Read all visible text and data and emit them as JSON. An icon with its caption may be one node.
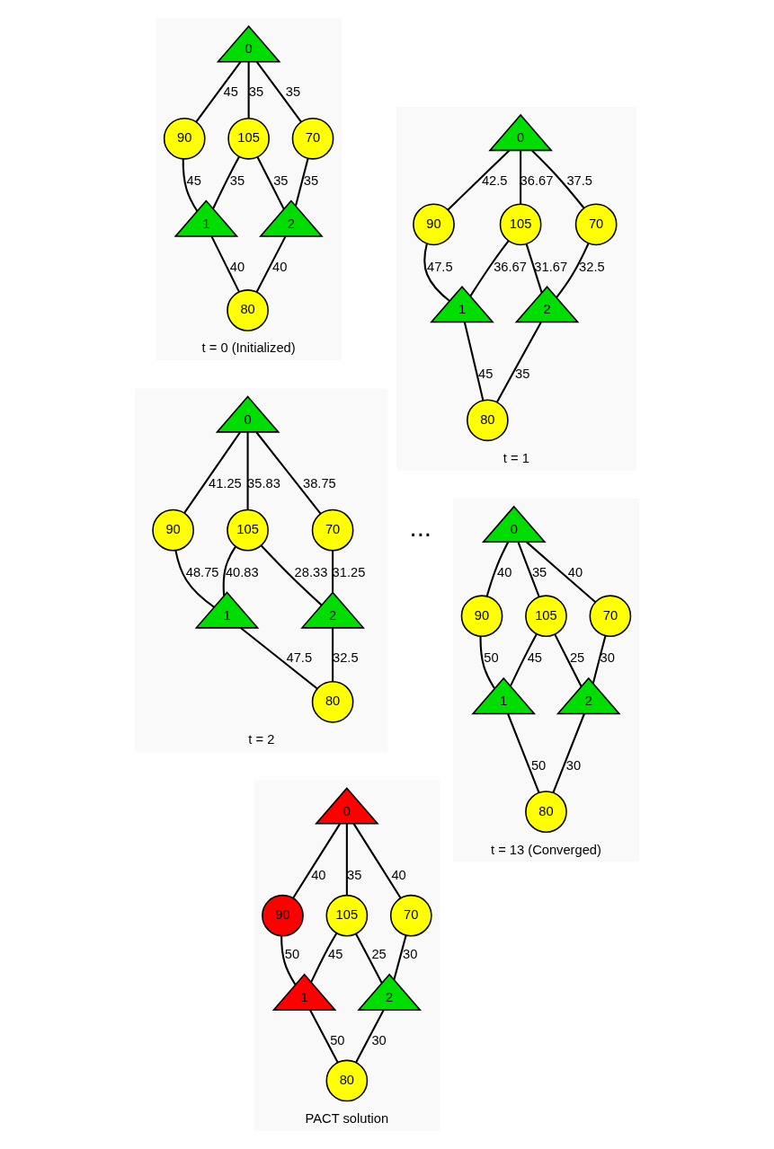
{
  "diagram": {
    "nodes": [
      {
        "text": [
          "t = 0 (Initialized)"
        ]
      },
      {
        "text": [
          "0"
        ],
        "in": 0
      },
      {
        "text": [
          "90"
        ],
        "in": 0
      },
      {
        "text": [
          "70"
        ],
        "in": 0
      },
      {
        "text": [
          "105"
        ],
        "in": 0
      },
      {
        "text": [
          "1"
        ],
        "in": 0
      },
      {
        "text": [
          "2"
        ],
        "in": 0
      },
      {
        "text": [
          "80"
        ],
        "in": 0
      },
      {
        "text": [
          "t = 1"
        ]
      },
      {
        "text": [
          "0"
        ],
        "in": 8
      },
      {
        "text": [
          "90"
        ],
        "in": 8
      },
      {
        "text": [
          "70"
        ],
        "in": 8
      },
      {
        "text": [
          "105"
        ],
        "in": 8
      },
      {
        "text": [
          "1"
        ],
        "in": 8
      },
      {
        "text": [
          "2"
        ],
        "in": 8
      },
      {
        "text": [
          "80"
        ],
        "in": 8
      },
      {
        "text": [
          "t = 2"
        ]
      },
      {
        "text": [
          "0"
        ],
        "in": 16
      },
      {
        "text": [
          "90"
        ],
        "in": 16
      },
      {
        "text": [
          "70"
        ],
        "in": 16
      },
      {
        "text": [
          "105"
        ],
        "in": 16
      },
      {
        "text": [
          "1"
        ],
        "in": 16
      },
      {
        "text": [
          "2"
        ],
        "in": 16
      },
      {
        "text": [
          "80"
        ],
        "in": 16
      },
      {
        "text": [
          "t = 13 (Converged)"
        ]
      },
      {
        "text": [
          "0"
        ],
        "in": 24
      },
      {
        "text": [
          "90"
        ],
        "in": 24
      },
      {
        "text": [
          "70"
        ],
        "in": 24
      },
      {
        "text": [
          "105"
        ],
        "in": 24
      },
      {
        "text": [
          "1"
        ],
        "in": 24
      },
      {
        "text": [
          "2"
        ],
        "in": 24
      },
      {
        "text": [
          "80"
        ],
        "in": 24
      },
      {
        "text": [
          "PACT solution"
        ]
      },
      {
        "text": [
          "0"
        ],
        "in": 32
      },
      {
        "text": [
          "90"
        ],
        "in": 32
      },
      {
        "text": [
          "70"
        ],
        "in": 32
      },
      {
        "text": [
          "105"
        ],
        "in": 32
      },
      {
        "text": [
          "1"
        ],
        "in": 32
      },
      {
        "text": [
          "2"
        ],
        "in": 32
      },
      {
        "text": [
          "80"
        ],
        "in": 32
      }
    ],
    "edges": [
      {
        "from": 1,
        "to": 2,
        "arrow": "none",
        "label": "45"
      },
      {
        "from": 1,
        "to": 3,
        "arrow": "none",
        "label": "35"
      },
      {
        "from": 1,
        "to": 4,
        "arrow": "none",
        "label": "35"
      },
      {
        "from": 2,
        "to": 5,
        "arrow": "none",
        "label": "45"
      },
      {
        "from": 4,
        "to": 5,
        "arrow": "none",
        "label": "35"
      },
      {
        "from": 4,
        "to": 6,
        "arrow": "none",
        "label": "35"
      },
      {
        "from": 3,
        "to": 6,
        "arrow": "none",
        "label": "35"
      },
      {
        "from": 5,
        "to": 7,
        "arrow": "none",
        "label": "40"
      },
      {
        "from": 7,
        "to": 6,
        "arrow": "none",
        "label": "40"
      },
      {
        "from": 9,
        "to": 10,
        "arrow": "none",
        "label": "42.5"
      },
      {
        "from": 9,
        "to": 11,
        "arrow": "none",
        "label": "37.5"
      },
      {
        "from": 9,
        "to": 12,
        "arrow": "none",
        "label": "36.67"
      },
      {
        "from": 10,
        "to": 13,
        "arrow": "none",
        "label": "47.5"
      },
      {
        "from": 12,
        "to": 13,
        "arrow": "none",
        "label": "36.67"
      },
      {
        "from": 12,
        "to": 14,
        "arrow": "none",
        "label": "31.67"
      },
      {
        "from": 11,
        "to": 14,
        "arrow": "none",
        "label": "32.5"
      },
      {
        "from": 13,
        "to": 15,
        "arrow": "none",
        "label": "45"
      },
      {
        "from": 15,
        "to": 14,
        "arrow": "none",
        "label": "35"
      },
      {
        "from": 17,
        "to": 18,
        "arrow": "none",
        "label": "41.25"
      },
      {
        "from": 17,
        "to": 19,
        "arrow": "none",
        "label": "38.75"
      },
      {
        "from": 17,
        "to": 20,
        "arrow": "none",
        "label": "35.83"
      },
      {
        "from": 18,
        "to": 21,
        "arrow": "none",
        "label": "48.75"
      },
      {
        "from": 20,
        "to": 21,
        "arrow": "none",
        "label": "40.83"
      },
      {
        "from": 20,
        "to": 22,
        "arrow": "none",
        "label": "28.33"
      },
      {
        "from": 19,
        "to": 22,
        "arrow": "none",
        "label": "31.25"
      },
      {
        "from": 21,
        "to": 23,
        "arrow": "none",
        "label": "47.5"
      },
      {
        "from": 23,
        "to": 22,
        "arrow": "none",
        "label": "32.5"
      },
      {
        "from": 25,
        "to": 26,
        "arrow": "none",
        "label": "40"
      },
      {
        "from": 25,
        "to": 27,
        "arrow": "none",
        "label": "40"
      },
      {
        "from": 25,
        "to": 28,
        "arrow": "none",
        "label": "35"
      },
      {
        "from": 26,
        "to": 29,
        "arrow": "none",
        "label": "50"
      },
      {
        "from": 28,
        "to": 29,
        "arrow": "none",
        "label": "45"
      },
      {
        "from": 28,
        "to": 30,
        "arrow": "none",
        "label": "25"
      },
      {
        "from": 27,
        "to": 30,
        "arrow": "none",
        "label": "30"
      },
      {
        "from": 29,
        "to": 31,
        "arrow": "none",
        "label": "50"
      },
      {
        "from": 31,
        "to": 30,
        "arrow": "none",
        "label": "30"
      },
      {
        "from": 33,
        "to": 34,
        "arrow": "none",
        "label": "40"
      },
      {
        "from": 33,
        "to": 35,
        "arrow": "none",
        "label": "40"
      },
      {
        "from": 33,
        "to": 36,
        "arrow": "none",
        "label": "35"
      },
      {
        "from": 34,
        "to": 37,
        "arrow": "none",
        "label": "50"
      },
      {
        "from": 36,
        "to": 37,
        "arrow": "none",
        "label": "45"
      },
      {
        "from": 36,
        "to": 38,
        "arrow": "none",
        "label": "25"
      },
      {
        "from": 35,
        "to": 38,
        "arrow": "none",
        "label": "30"
      },
      {
        "from": 37,
        "to": 39,
        "arrow": "none",
        "label": "50"
      },
      {
        "from": 39,
        "to": 38,
        "arrow": "none",
        "label": "30"
      }
    ],
    "labels": [
      "..."
    ]
  }
}
